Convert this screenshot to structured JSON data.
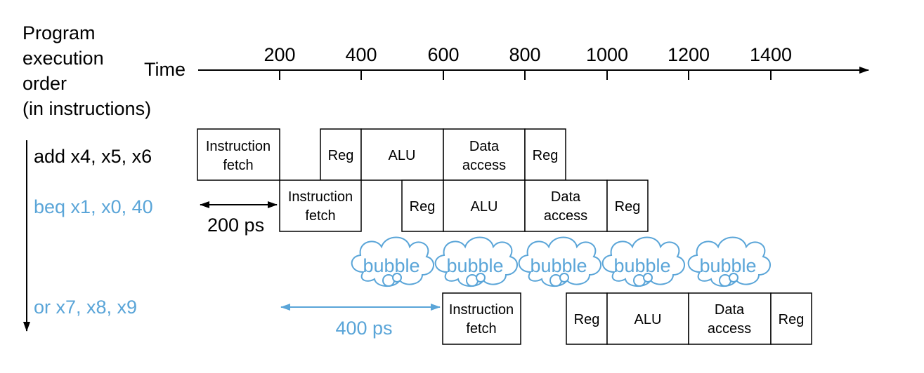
{
  "header": {
    "order_lines": [
      "Program",
      "execution",
      "order",
      "(in instructions)"
    ],
    "time_label": "Time",
    "ticks": [
      "200",
      "400",
      "600",
      "800",
      "1000",
      "1200",
      "1400"
    ]
  },
  "instructions": [
    {
      "text": "add x4, x5, x6",
      "color": "#000000"
    },
    {
      "text": "beq x1, x0, 40",
      "color": "#5aa5d8"
    },
    {
      "text": "or x7, x8, x9",
      "color": "#5aa5d8"
    }
  ],
  "stages": {
    "if_line1": "Instruction",
    "if_line2": "fetch",
    "reg": "Reg",
    "alu": "ALU",
    "da_line1": "Data",
    "da_line2": "access"
  },
  "bubble_label": "bubble",
  "annotations": {
    "gap_200": "200 ps",
    "gap_400": "400 ps"
  },
  "colors": {
    "accent": "#5aa5d8",
    "black": "#000000"
  }
}
